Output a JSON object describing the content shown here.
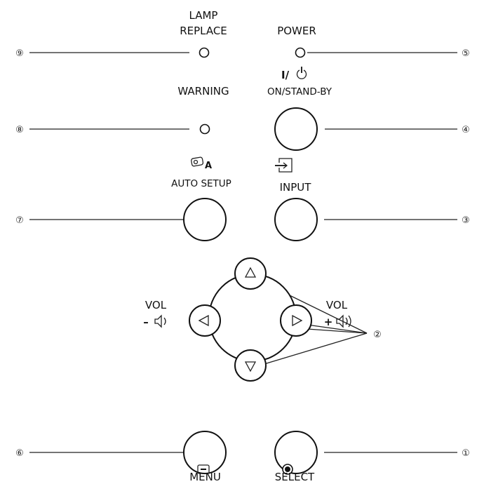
{
  "labels": {
    "lamp_line1": "LAMP",
    "lamp_line2": "REPLACE",
    "power": "POWER",
    "standby_symbol": "I/⏻",
    "standby": "ON/STAND-BY",
    "warning": "WARNING",
    "auto_symbol": "A",
    "auto_setup": "AUTO SETUP",
    "input": "INPUT",
    "vol_left": "VOL",
    "vol_left_sign": "–",
    "vol_right": "VOL",
    "vol_right_sign": "+",
    "menu": "MENU",
    "select": "SELECT"
  },
  "callouts": {
    "n1": "①",
    "n2": "②",
    "n3": "③",
    "n4": "④",
    "n5": "⑤",
    "n6": "⑥",
    "n7": "⑦",
    "n8": "⑧",
    "n9": "⑨"
  },
  "icons": {
    "standby": "power-standby-icon",
    "auto_setup": "projector-auto-icon",
    "input": "input-arrow-icon",
    "vol_down": "speaker-low-icon",
    "vol_up": "speaker-high-icon",
    "menu": "menu-square-icon",
    "select": "select-dot-icon"
  }
}
